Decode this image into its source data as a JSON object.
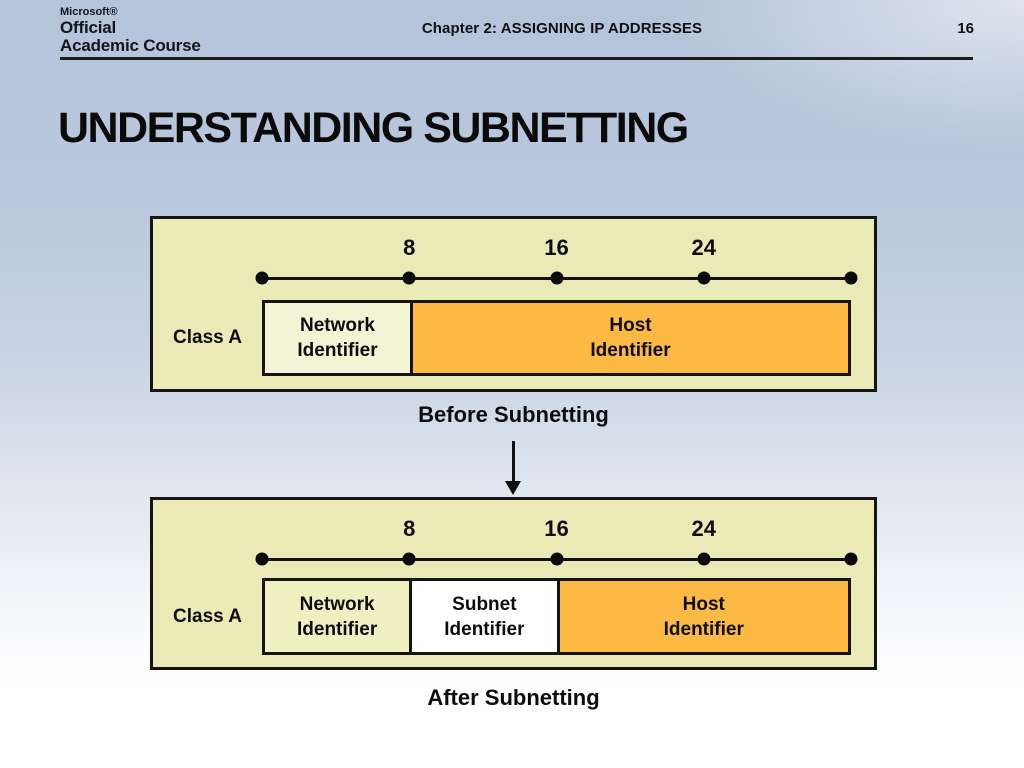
{
  "header": {
    "logo": {
      "line1": "Microsoft®",
      "line2": "Official",
      "line3": "Academic Course"
    },
    "chapter_title": "Chapter 2: ASSIGNING IP ADDRESSES",
    "page_number": "16"
  },
  "slide": {
    "title": "UNDERSTANDING SUBNETTING"
  },
  "diagrams": [
    {
      "caption": "Before Subnetting",
      "class_label": "Class A",
      "ruler_ticks": [
        "8",
        "16",
        "24"
      ],
      "segments": [
        {
          "label": "Network\nIdentifier",
          "color": "#f3f3d6",
          "span_bits": 8
        },
        {
          "label": "Host\nIdentifier",
          "color": "#fcb944",
          "span_bits": 24
        }
      ]
    },
    {
      "caption": "After Subnetting",
      "class_label": "Class A",
      "ruler_ticks": [
        "8",
        "16",
        "24"
      ],
      "segments": [
        {
          "label": "Network\nIdentifier",
          "color": "#eff0c2",
          "span_bits": 8
        },
        {
          "label": "Subnet\nIdentifier",
          "color": "#ffffff",
          "span_bits": 8
        },
        {
          "label": "Host\nIdentifier",
          "color": "#fcb944",
          "span_bits": 16
        }
      ]
    }
  ],
  "colors": {
    "background_top": "#b6c5db",
    "background_bottom": "#ffffff",
    "panel_fill": "#e9eab6",
    "panel_border": "#141414",
    "text": "#0d0d0d"
  }
}
